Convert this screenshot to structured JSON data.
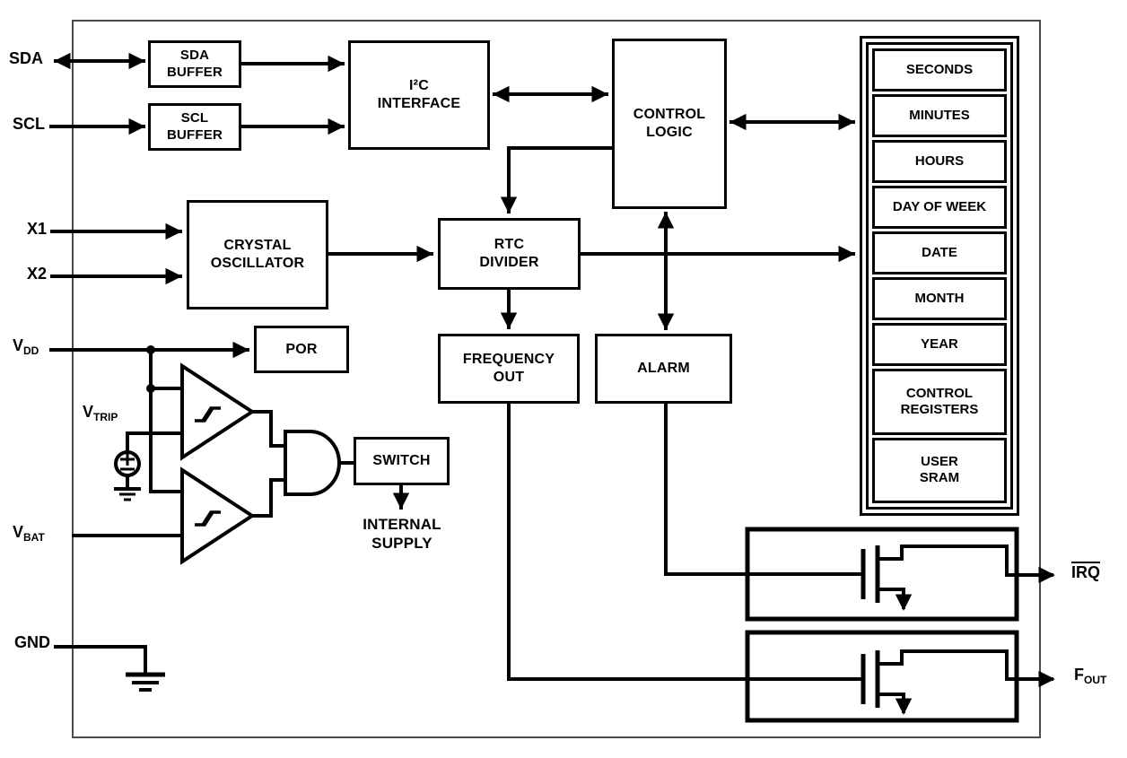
{
  "colors": {
    "line": "#000000",
    "chip_border": "#4a4a4a",
    "background": "#ffffff"
  },
  "pins": {
    "sda": "SDA",
    "scl": "SCL",
    "x1": "X1",
    "x2": "X2",
    "vdd": {
      "main": "V",
      "sub": "DD"
    },
    "vtrip": {
      "main": "V",
      "sub": "TRIP"
    },
    "vbat": {
      "main": "V",
      "sub": "BAT"
    },
    "gnd": "GND",
    "irq": "IRQ",
    "fout": {
      "main": "F",
      "sub": "OUT"
    }
  },
  "blocks": {
    "sda_buffer": "SDA\nBUFFER",
    "scl_buffer": "SCL\nBUFFER",
    "i2c_interface": "I²C\nINTERFACE",
    "control_logic": "CONTROL\nLOGIC",
    "crystal_oscillator": "CRYSTAL\nOSCILLATOR",
    "rtc_divider": "RTC\nDIVIDER",
    "frequency_out": "FREQUENCY\nOUT",
    "alarm": "ALARM",
    "por": "POR",
    "switch": "SWITCH",
    "internal_supply": "INTERNAL\nSUPPLY"
  },
  "registers": {
    "rows": [
      "SECONDS",
      "MINUTES",
      "HOURS",
      "DAY OF WEEK",
      "DATE",
      "MONTH",
      "YEAR",
      "CONTROL\nREGISTERS",
      "USER\nSRAM"
    ]
  }
}
